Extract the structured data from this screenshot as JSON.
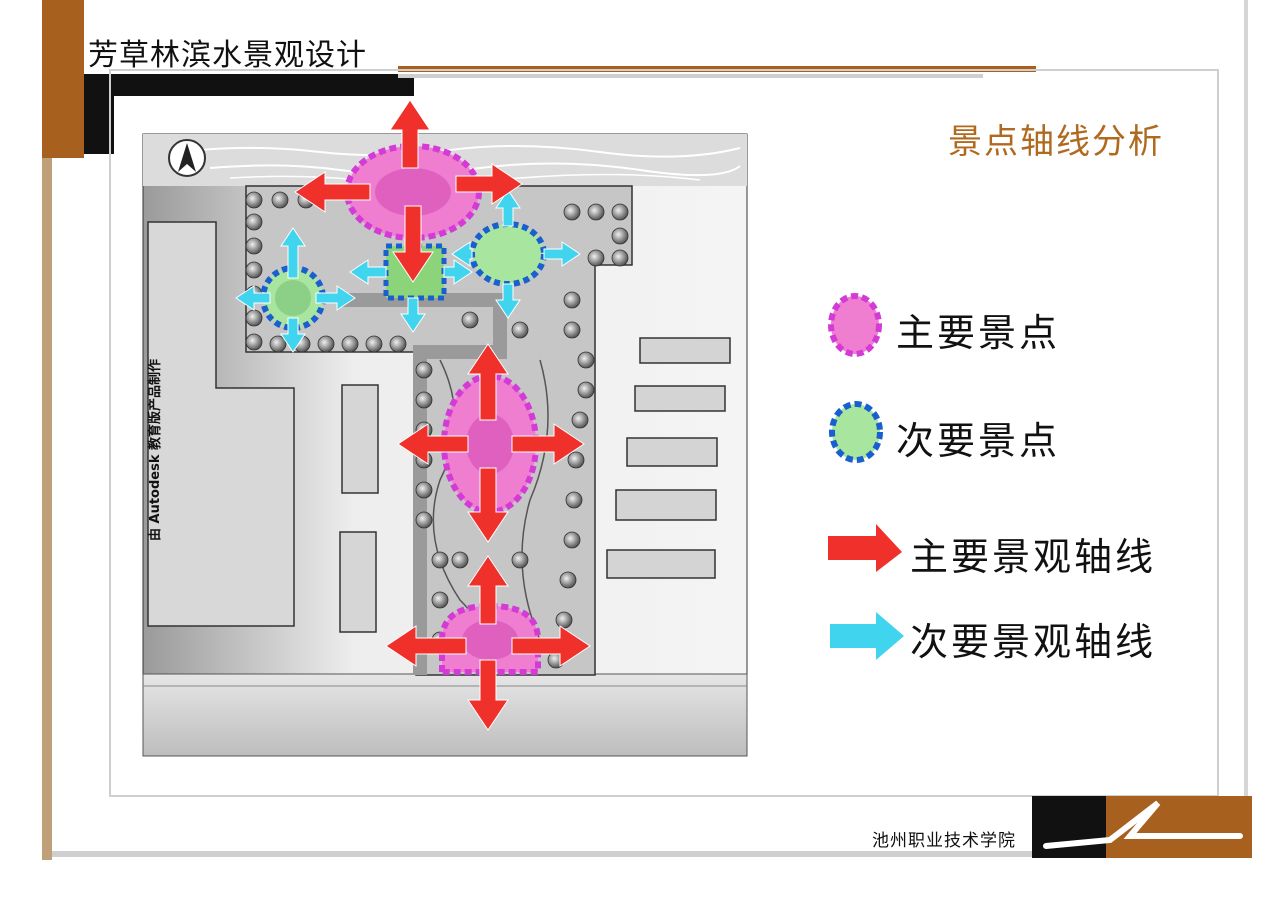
{
  "header": {
    "title": "芳草林滨水景观设计",
    "subtitle": "景点轴线分析"
  },
  "plan": {
    "watermark": "由 Autodesk 教育版产品制作"
  },
  "legend": {
    "items": [
      {
        "label": "主要景点",
        "fill": "#f07ed0",
        "stroke": "#d43ad6"
      },
      {
        "label": "次要景点",
        "fill": "#a8e6a0",
        "stroke": "#1a5fd0"
      },
      {
        "label": "主要景观轴线",
        "color": "#f0302a"
      },
      {
        "label": "次要景观轴线",
        "color": "#40d4ee"
      }
    ]
  },
  "footer": {
    "school": "池州职业技术学院"
  },
  "colors": {
    "brown": "#a8601e",
    "tan": "#bfa078",
    "primary_axis": "#f0302a",
    "secondary_axis": "#40d4ee",
    "primary_spot": "#f07ed0",
    "secondary_spot": "#a8e6a0"
  }
}
